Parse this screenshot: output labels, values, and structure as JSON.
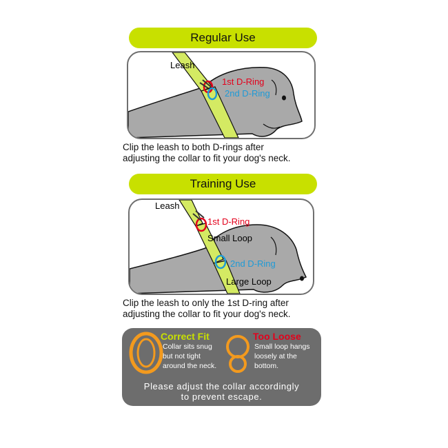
{
  "regular": {
    "title": "Regular Use",
    "leash": "Leash",
    "ring1": "1st D-Ring",
    "ring2": "2nd D-Ring",
    "caption_line1": "Clip the leash to both D-rings after",
    "caption_line2": "adjusting the collar to fit your dog's neck."
  },
  "training": {
    "title": "Training Use",
    "leash": "Leash",
    "ring1": "1st D-Ring",
    "small_loop": "Small Loop",
    "ring2": "2nd D-Ring",
    "large_loop": "Large Loop",
    "caption_line1": "Clip the leash to only the 1st D-ring after",
    "caption_line2": "adjusting the collar to fit your dog's neck."
  },
  "fit": {
    "correct_title": "Correct Fit",
    "correct_line1": "Collar sits snug",
    "correct_line2": "but not tight",
    "correct_line3": "around the neck.",
    "loose_title": "Too Loose",
    "loose_line1": "Small loop hangs",
    "loose_line2": "loosely at the",
    "loose_line3": "bottom.",
    "note_line1": "Please adjust the collar accordingly",
    "note_line2": "to prevent escape."
  },
  "colors": {
    "accent_green": "#c8e000",
    "red": "#e3001b",
    "blue": "#1f9ad6",
    "orange": "#f39a1e",
    "dog_gray": "#a9a9a9",
    "panel_gray": "#6d6d6d"
  }
}
